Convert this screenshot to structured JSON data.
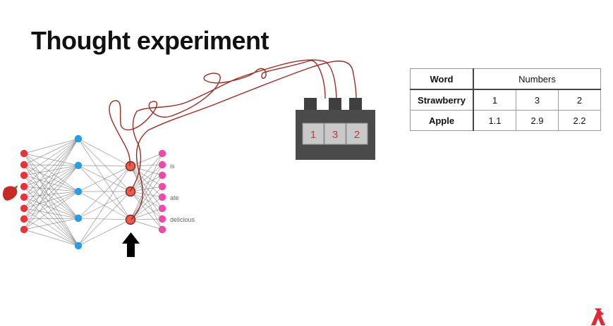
{
  "slide": {
    "title": "Thought experiment"
  },
  "network": {
    "output_labels": [
      "is",
      "ate",
      "delicious"
    ]
  },
  "device": {
    "display": [
      "1",
      "3",
      "2"
    ]
  },
  "table": {
    "header": {
      "label": "Word",
      "group": "Numbers"
    },
    "rows": [
      {
        "word": "Strawberry",
        "values": [
          "1",
          "3",
          "2"
        ]
      },
      {
        "word": "Apple",
        "values": [
          "1.1",
          "2.9",
          "2.2"
        ]
      }
    ]
  },
  "colors": {
    "input_node": "#e8333a",
    "hidden_node": "#2a9be6",
    "neuron_node": "#ee5a4f",
    "output_node": "#ee4aa6",
    "wire": "#9b2b23",
    "device_body": "#4a4a4a",
    "device_screen": "#c9c9c9",
    "device_digit": "#c0393b",
    "logo": "#e02a33"
  }
}
